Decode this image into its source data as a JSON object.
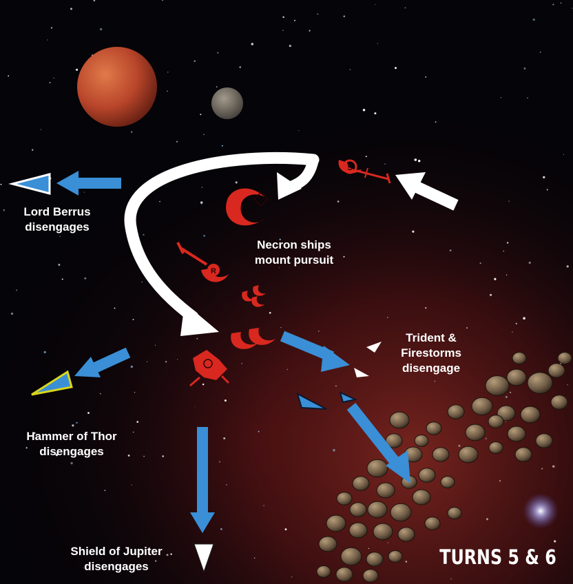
{
  "labels": {
    "lord_berrus": [
      "Lord Berrus",
      "disengages"
    ],
    "necron": [
      "Necron ships",
      "mount pursuit"
    ],
    "trident": [
      "Trident &",
      "Firestorms",
      "disengage"
    ],
    "hammer": [
      "Hammer of Thor",
      "disengages"
    ],
    "shield": [
      "Shield of Jupiter",
      "disengages"
    ]
  },
  "title": "TURNS 5 & 6",
  "ship_markers": {
    "necron_s": "S",
    "necron_r": "R"
  },
  "colors": {
    "space": "#050408",
    "nebula": "#7a1e1e",
    "planet": "#b8452a",
    "moon": "#7a756c",
    "necron": "#d9281f",
    "imperial_arrow": "#3a8fd6",
    "necron_arrow": "#ffffff",
    "hammer_outline": "#d9d61c",
    "asteroid": "#7d6a52"
  }
}
